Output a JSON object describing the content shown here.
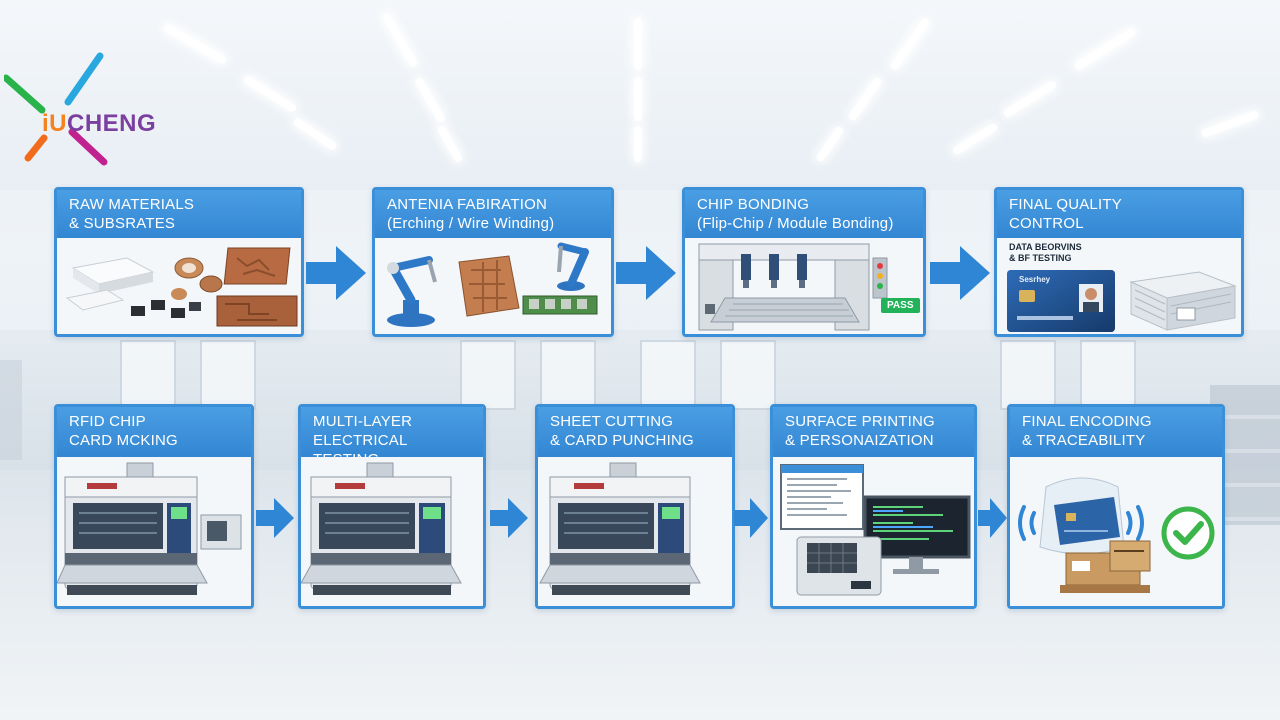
{
  "logo": {
    "part1": "iU",
    "part2": "CHENG"
  },
  "top_row": [
    {
      "line1": "RAW MATERIALS",
      "line2": "& SUBSRATES"
    },
    {
      "line1": "ANTENIA FABIRATION",
      "line2": "(Erching / Wire Winding)"
    },
    {
      "line1": "CHIP BONDING",
      "line2": "(Flip-Chip / Module Bonding)"
    },
    {
      "line1": "FINAL QUALITY",
      "line2": "CONTROL"
    }
  ],
  "bottom_row": [
    {
      "line1": "RFID CHIP",
      "line2": "CARD MCKING"
    },
    {
      "line1": "MULTI-LAYER",
      "line2": "ELECTRICAL TESTING"
    },
    {
      "line1": "SHEET CUTTING",
      "line2": "& CARD PUNCHING"
    },
    {
      "line1": "SURFACE PRINTING",
      "line2": "& PERSONAIZATION"
    },
    {
      "line1": "FINAL ENCODING",
      "line2": "& TRACEABILITY"
    }
  ],
  "bonding_status": "PASS",
  "qc_labels": {
    "line1": "DATA BEORVINS",
    "line2": "& BF TESTING",
    "card_text": "Sesrhey"
  },
  "colors": {
    "accent": "#3a8fd8",
    "arrow": "#2f86d4",
    "logo_orange": "#f58220",
    "logo_purple": "#7b3fa0",
    "pass_green": "#21b25a"
  }
}
